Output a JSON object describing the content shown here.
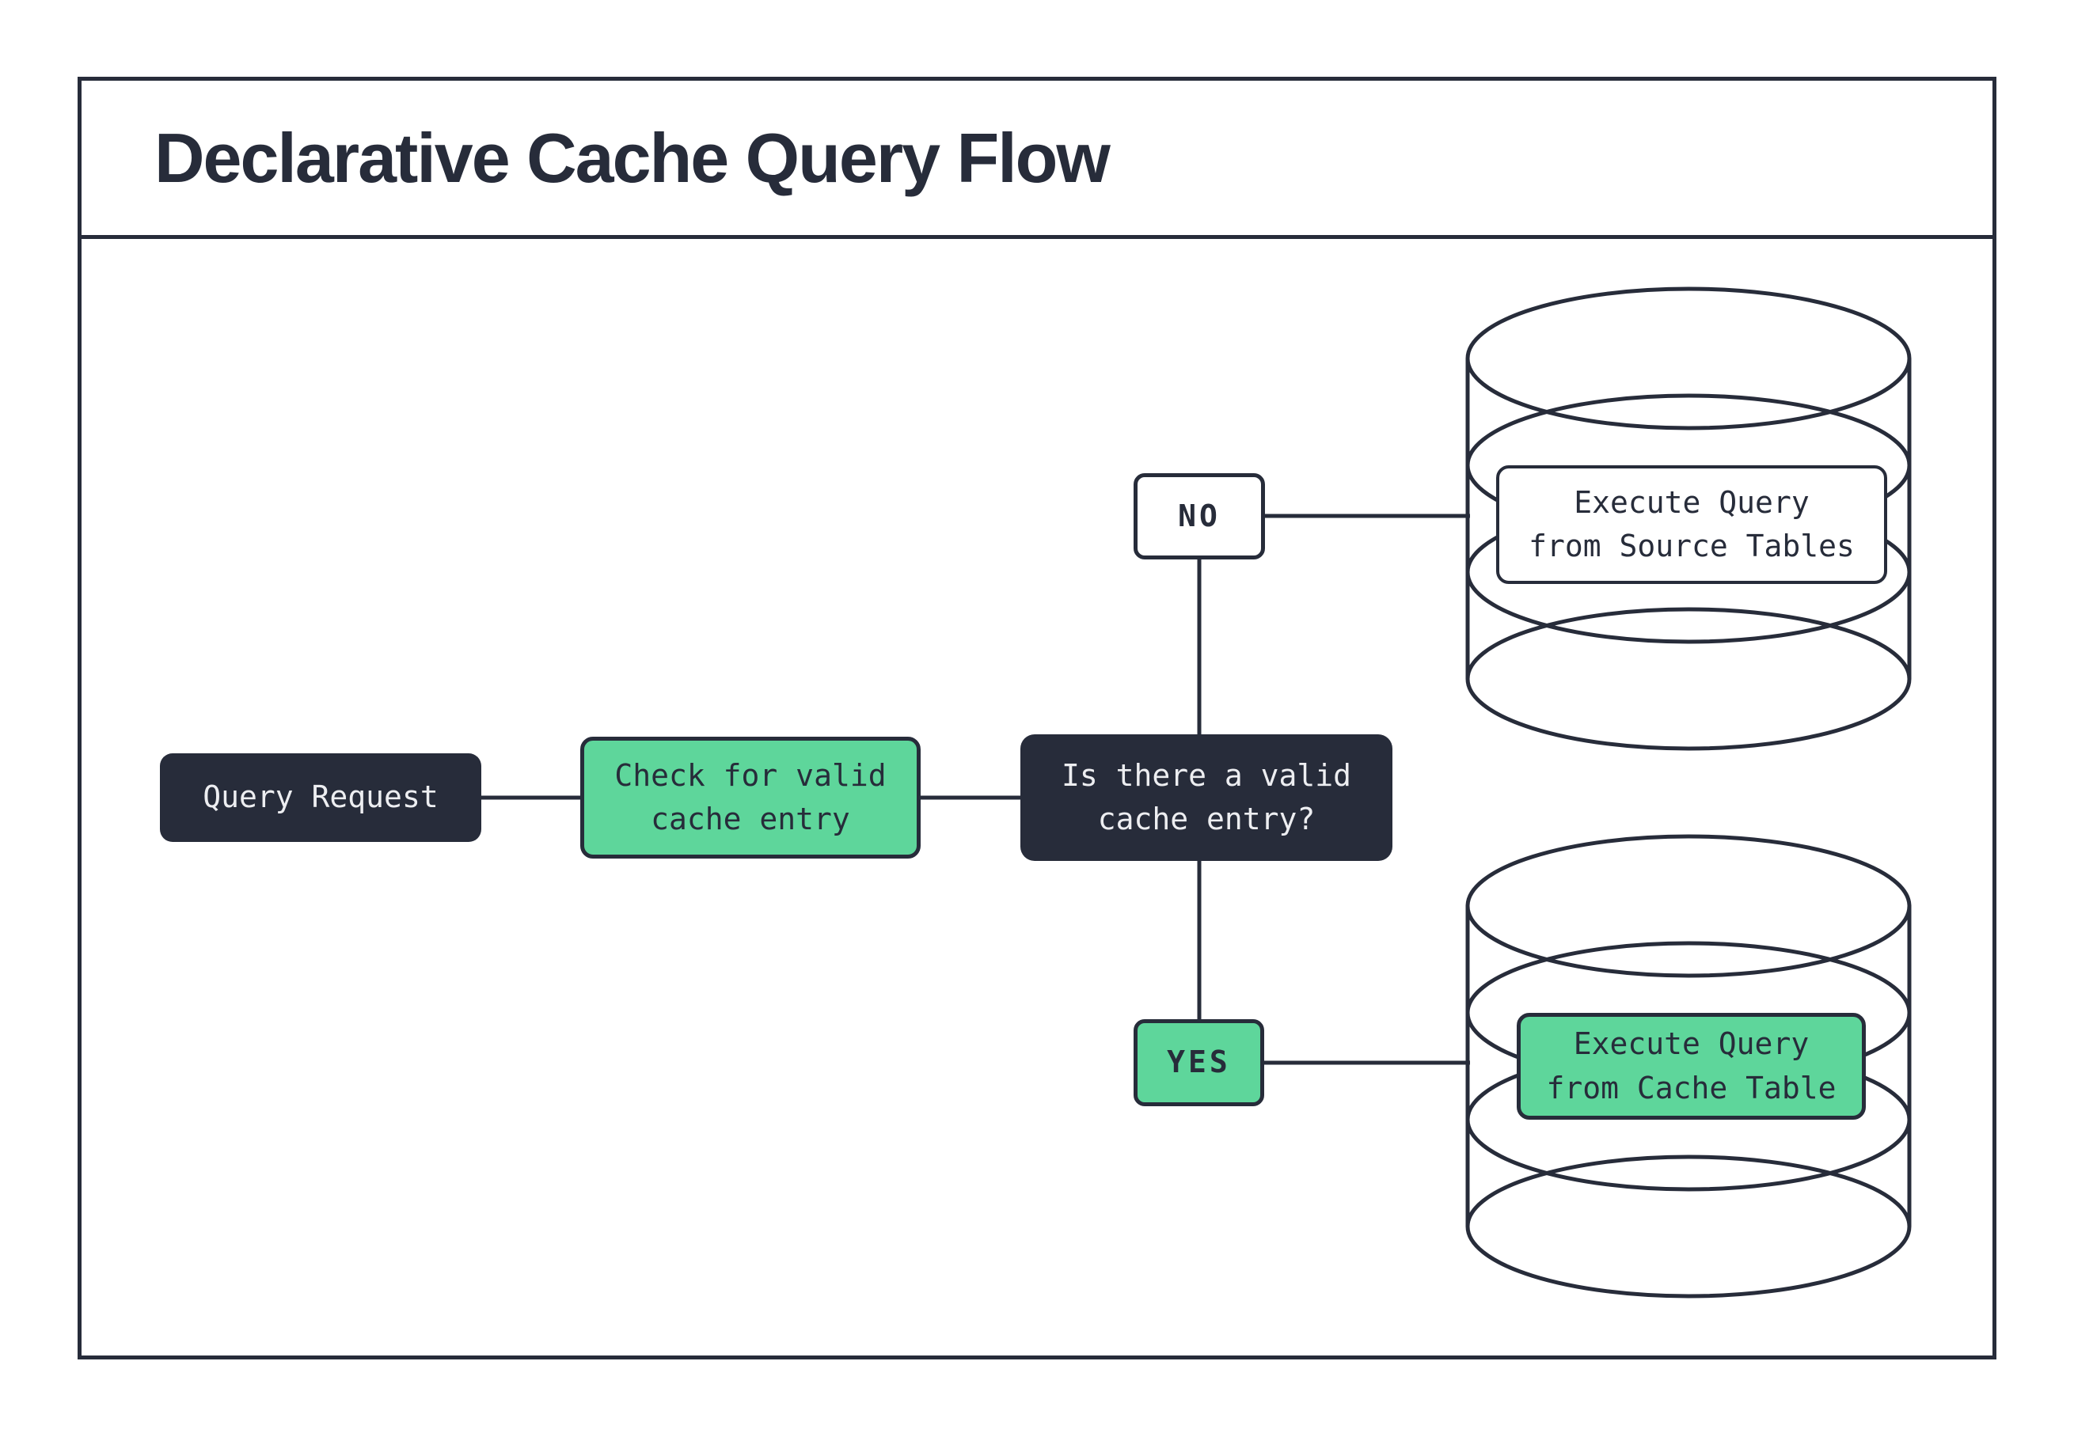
{
  "title": "Declarative Cache Query Flow",
  "colors": {
    "navy": "#272C3A",
    "green": "#5ED69B",
    "white": "#FFFFFF",
    "light_text": "#EDEEF1"
  },
  "nodes": {
    "query_request": {
      "label": "Query Request"
    },
    "check_cache": {
      "label": "Check for valid\ncache entry"
    },
    "decision": {
      "label": "Is there a valid\ncache entry?"
    },
    "branch_no": {
      "label": "NO"
    },
    "branch_yes": {
      "label": "YES"
    },
    "source_db": {
      "label": "Execute Query\nfrom Source Tables"
    },
    "cache_db": {
      "label": "Execute Query\nfrom Cache Table"
    }
  }
}
